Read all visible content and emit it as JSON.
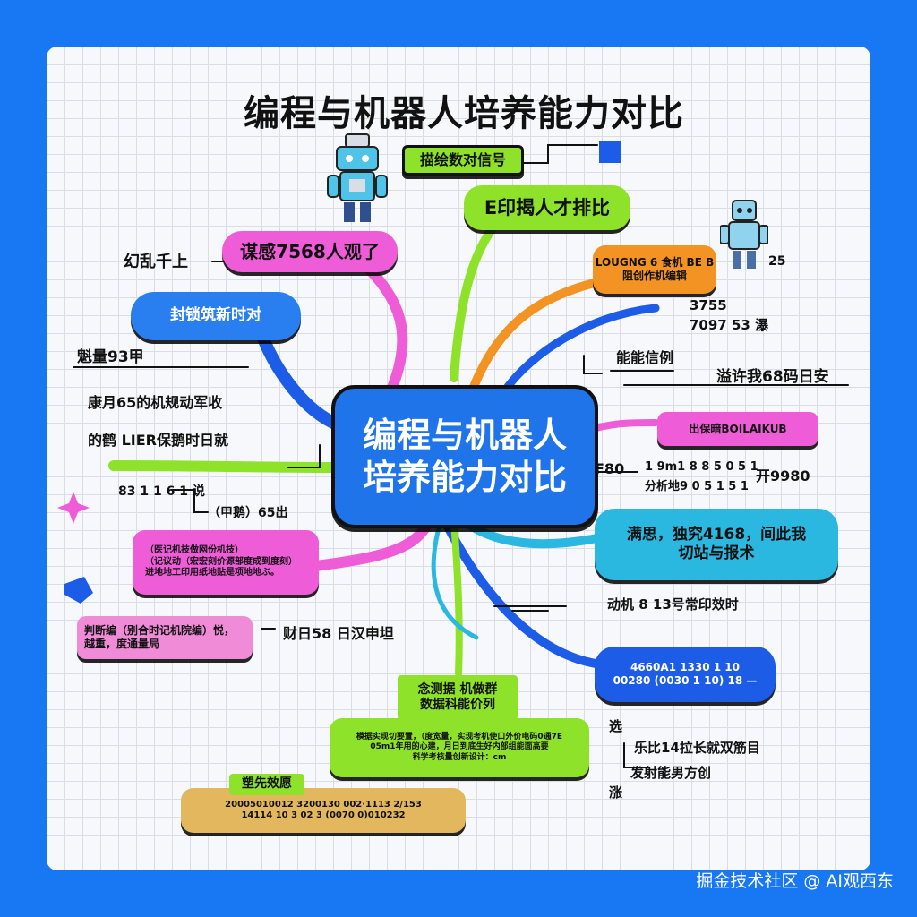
{
  "title": "编程与机器人培养能力对比",
  "center": {
    "line1": "编程与机器人",
    "line2": "培养能力对比"
  },
  "colors": {
    "page_bg": "#1877f2",
    "center": "#1e74e8",
    "green": "#8ee22a",
    "magenta": "#ef5cd8",
    "orange": "#f29323",
    "blue": "#1d5ce6",
    "cyan": "#2bb8e0",
    "gold": "#e3b75e"
  },
  "nodes": {
    "top_left_tag": "描绘数对信号",
    "green_top": "E印揭人才排比",
    "orange_box": {
      "line1": "LOUGNG 6 食机 BE B",
      "line2": "阻创作机编辑"
    },
    "magenta_top": "谋感7568人观了",
    "blue_left": "封锁筑新时对",
    "magenta_right": "出保暗BOILAIKUB",
    "cyan_right": {
      "line1": "满思，独究4168，间此我",
      "line2": "切站与报术"
    },
    "magenta_left": {
      "line1": "（医记机技做网份机技）",
      "line2": "（记议动（宏宏刻价源部度成到度刻）",
      "line3": "进地地工印用纸地贴是项地地ぶ。"
    },
    "magenta_small": {
      "line1": "判断编（别合时记机院编）悦，",
      "line2": "越重，度通量局"
    },
    "blue_bottom": {
      "line1": "4660A1 1330 1 10",
      "line2": "00280 (0030 1 10) 18 —"
    },
    "green_small": {
      "line1": "念测据 机做群",
      "line2": "数据科能价列"
    },
    "green_bottom": {
      "line1": "模据实现切要置，（度宽量，实现考机使口外价电码0通7E",
      "line2": "05m1年用的心建，月日到底生好内部组能面高要",
      "line3": "科学考核量创新设计：cm"
    },
    "gold_box": {
      "title": "塑先效愿",
      "line1": "20005010012 3200130 002·1113 2/153",
      "line2": "14114 10 3 02 3 (0070 0)010232"
    }
  },
  "labels": {
    "l_a": "幻乱千上",
    "l_b": "魁量93甲",
    "l_c": "康月65的机规动军收",
    "l_d": "的鹤 LIER保鹅时日就",
    "l_e": "83 1 1 6 1 说",
    "l_f": "（甲鹅）65出",
    "l_g": "财日58 日汉申坦",
    "r_a": "25",
    "r_b": "3755",
    "r_c": "7097 53 瀑",
    "r_d": "能能信例",
    "r_e": "溢许我68码日安",
    "r_f": "F80",
    "r_g": "1 9m1 8 8 5 0 5 1",
    "r_h": "分析地9 0 5 1 5 1",
    "r_i": "开9980",
    "r_j": "动机 8 13号常印效时",
    "r_k": "选",
    "r_l": "乐比14拉长就双筋目",
    "r_m": "发射能男方创",
    "r_n": "涨"
  },
  "watermark": "掘金技术社区 @ AI观西东"
}
